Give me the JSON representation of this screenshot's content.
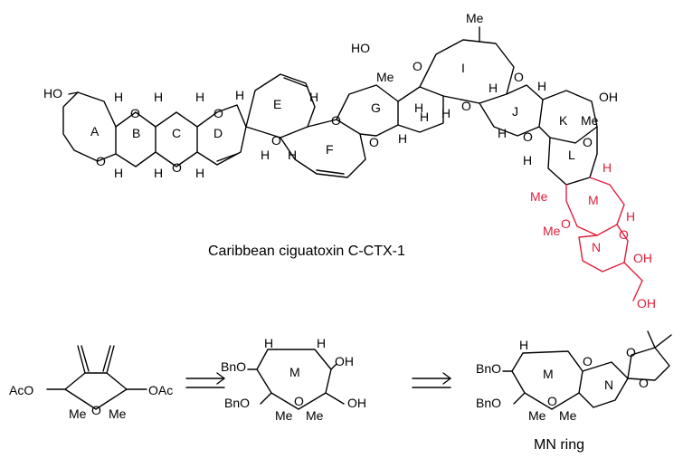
{
  "compound_caption": "Caribbean ciguatoxin C-CTX-1",
  "product_caption": "MN ring",
  "colors": {
    "black": "#000000",
    "highlight": "#e01e3c"
  },
  "atoms": {
    "HO": "HO",
    "OH": "OH",
    "O": "O",
    "H": "H",
    "Me": "Me",
    "AcO": "AcO",
    "OAc": "OAc",
    "BnO": "BnO"
  },
  "rings": {
    "A": "A",
    "B": "B",
    "C": "C",
    "D": "D",
    "E": "E",
    "F": "F",
    "G": "G",
    "H": "H",
    "I": "I",
    "J": "J",
    "K": "K",
    "L": "L",
    "M": "M",
    "N": "N"
  }
}
